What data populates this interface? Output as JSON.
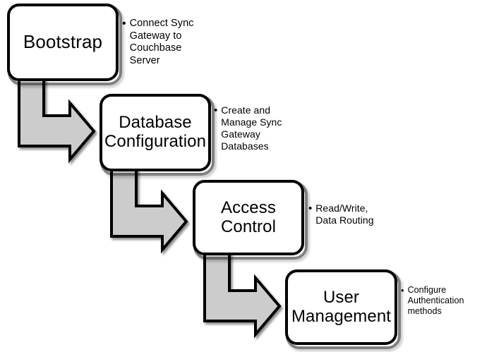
{
  "diagram": {
    "type": "flow-sequence",
    "background_color": "#ffffff",
    "node_fill": "#ffffff",
    "node_stroke": "#000000",
    "arrow_fill": "#cccccc",
    "arrow_stroke": "#000000",
    "nodes": [
      {
        "id": "bootstrap",
        "label": "Bootstrap",
        "bullet_marker": "•",
        "bullet_text": "Connect Sync\nGateway to\nCouchbase\nServer"
      },
      {
        "id": "database-configuration",
        "label": "Database\nConfiguration",
        "bullet_marker": "•",
        "bullet_text": "Create and\nManage Sync\nGateway\nDatabases"
      },
      {
        "id": "access-control",
        "label": "Access\nControl",
        "bullet_marker": "•",
        "bullet_text": "Read/Write,\nData Routing"
      },
      {
        "id": "user-management",
        "label": "User\nManagement",
        "bullet_marker": "•",
        "bullet_text": "Configure\nAuthentication\nmethods"
      }
    ],
    "connectors": [
      {
        "id": "bootstrap-to-database-configuration",
        "from": "bootstrap",
        "to": "database-configuration",
        "style": "elbow-arrow-down-right"
      },
      {
        "id": "database-configuration-to-access-control",
        "from": "database-configuration",
        "to": "access-control",
        "style": "elbow-arrow-down-right"
      },
      {
        "id": "access-control-to-user-management",
        "from": "access-control",
        "to": "user-management",
        "style": "elbow-arrow-down-right"
      }
    ]
  }
}
